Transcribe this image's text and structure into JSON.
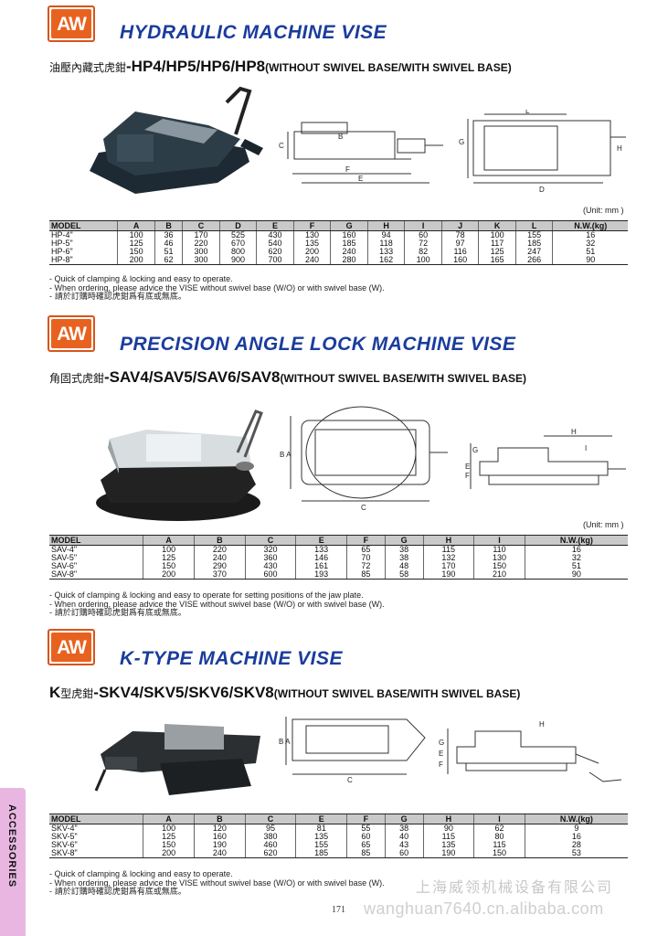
{
  "logo_text": "AW",
  "sections": [
    {
      "title": "HYDRAULIC MACHINE VISE",
      "cn": "油壓內藏式虎鉗",
      "models": "-HP4/HP5/HP6/HP8",
      "desc": "(WITHOUT SWIVEL BASE/WITH SWIVEL BASE)",
      "unit": "(Unit: mm )",
      "headers": [
        "MODEL",
        "A",
        "B",
        "C",
        "D",
        "E",
        "F",
        "G",
        "H",
        "I",
        "J",
        "K",
        "L",
        "N.W.(kg)"
      ],
      "rows": [
        [
          "HP-4\"",
          "100",
          "36",
          "170",
          "525",
          "430",
          "130",
          "160",
          "94",
          "60",
          "78",
          "100",
          "155",
          "16"
        ],
        [
          "HP-5\"",
          "125",
          "46",
          "220",
          "670",
          "540",
          "135",
          "185",
          "118",
          "72",
          "97",
          "117",
          "185",
          "32"
        ],
        [
          "HP-6\"",
          "150",
          "51",
          "300",
          "800",
          "620",
          "200",
          "240",
          "133",
          "82",
          "116",
          "125",
          "247",
          "51"
        ],
        [
          "HP-8\"",
          "200",
          "62",
          "300",
          "900",
          "700",
          "240",
          "280",
          "162",
          "100",
          "160",
          "165",
          "266",
          "90"
        ]
      ],
      "notes": [
        "- Quick of clamping & locking and easy to operate.",
        "- When ordering, please advice the VISE without swivel base (W/O) or with swivel base (W).",
        "- 請於訂購時確認虎鉗爲有底或無底。"
      ]
    },
    {
      "title": "PRECISION ANGLE LOCK MACHINE VISE",
      "cn": "角固式虎鉗",
      "models": "-SAV4/SAV5/SAV6/SAV8",
      "desc": "(WITHOUT SWIVEL BASE/WITH SWIVEL BASE)",
      "unit": "(Unit: mm )",
      "headers": [
        "MODEL",
        "A",
        "B",
        "C",
        "E",
        "F",
        "G",
        "H",
        "I",
        "N.W.(kg)"
      ],
      "rows": [
        [
          "SAV-4\"",
          "100",
          "220",
          "320",
          "133",
          "65",
          "38",
          "115",
          "110",
          "16"
        ],
        [
          "SAV-5\"",
          "125",
          "240",
          "360",
          "146",
          "70",
          "38",
          "132",
          "130",
          "32"
        ],
        [
          "SAV-6\"",
          "150",
          "290",
          "430",
          "161",
          "72",
          "48",
          "170",
          "150",
          "51"
        ],
        [
          "SAV-8\"",
          "200",
          "370",
          "600",
          "193",
          "85",
          "58",
          "190",
          "210",
          "90"
        ]
      ],
      "notes": [
        "- Quick of clamping & locking and easy to operate for setting positions of the jaw plate.",
        "- When ordering, please advice the VISE without swivel base (W/O) or with swivel base (W).",
        "- 請於訂購時確認虎鉗爲有底或無底。"
      ]
    },
    {
      "title": "K-TYPE MACHINE VISE",
      "cn_prefix": "K",
      "cn": "型虎鉗",
      "models": "-SKV4/SKV5/SKV6/SKV8",
      "desc": "(WITHOUT SWIVEL BASE/WITH SWIVEL BASE)",
      "headers": [
        "MODEL",
        "A",
        "B",
        "C",
        "E",
        "F",
        "G",
        "H",
        "I",
        "N.W.(kg)"
      ],
      "rows": [
        [
          "SKV-4\"",
          "100",
          "120",
          "95",
          "81",
          "55",
          "38",
          "90",
          "62",
          "9"
        ],
        [
          "SKV-5\"",
          "125",
          "160",
          "380",
          "135",
          "60",
          "40",
          "115",
          "80",
          "16"
        ],
        [
          "SKV-6\"",
          "150",
          "190",
          "460",
          "155",
          "65",
          "43",
          "135",
          "115",
          "28"
        ],
        [
          "SKV-8\"",
          "200",
          "240",
          "620",
          "185",
          "85",
          "60",
          "190",
          "150",
          "53"
        ]
      ],
      "notes": [
        "- Quick of clamping & locking and easy to operate.",
        "- When ordering, please advice the VISE without swivel base (W/O) or with swivel base (W).",
        "- 請於訂購時確認虎鉗爲有底或無底。"
      ]
    }
  ],
  "side_tab": "ACCESSORIES",
  "page_number": "171",
  "watermark_cn": "上海威领机械设备有限公司",
  "watermark_url": "wanghuan7640.cn.alibaba.com"
}
